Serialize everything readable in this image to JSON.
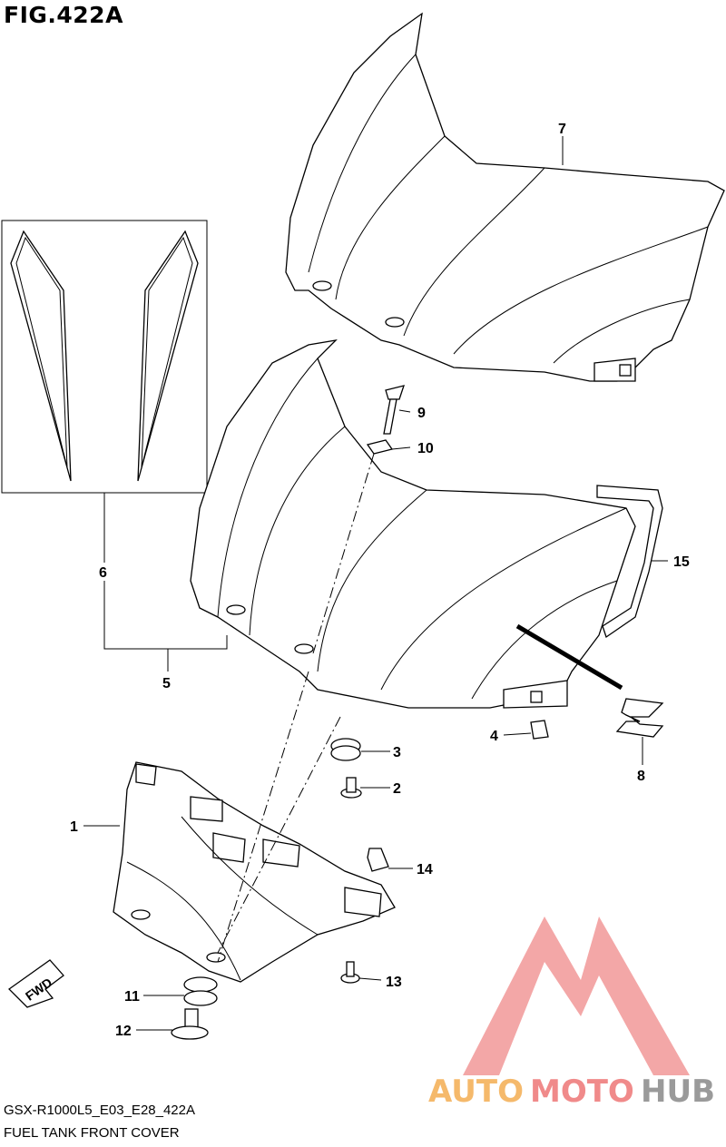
{
  "figure": {
    "title": "FIG.422A",
    "code": "GSX-R1000L5_E03_E28_422A",
    "description": "FUEL TANK FRONT COVER"
  },
  "callouts": [
    "1",
    "2",
    "3",
    "4",
    "5",
    "6",
    "7",
    "8",
    "9",
    "10",
    "11",
    "12",
    "13",
    "14",
    "15"
  ],
  "fwd_label": "FWD",
  "watermark": {
    "part1": "AUTO",
    "part2": "MOTO",
    "part3": "HUB",
    "color_primary": "#f08a8a",
    "color_secondary": "#f5b96b",
    "color_hub": "#9a9a9a"
  }
}
